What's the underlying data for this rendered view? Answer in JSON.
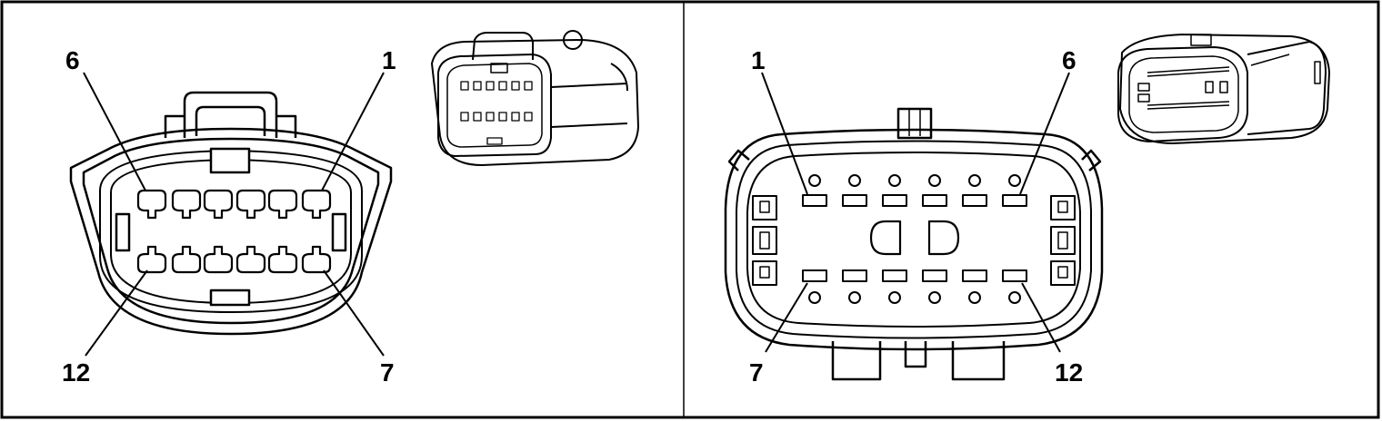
{
  "colors": {
    "ink": "#000000",
    "paper": "#ffffff"
  },
  "left_view": {
    "label_top_left": "6",
    "label_top_right": "1",
    "label_bottom_left": "12",
    "label_bottom_right": "7"
  },
  "right_view": {
    "label_top_left": "1",
    "label_top_right": "6",
    "label_bottom_left": "7",
    "label_bottom_right": "12"
  }
}
